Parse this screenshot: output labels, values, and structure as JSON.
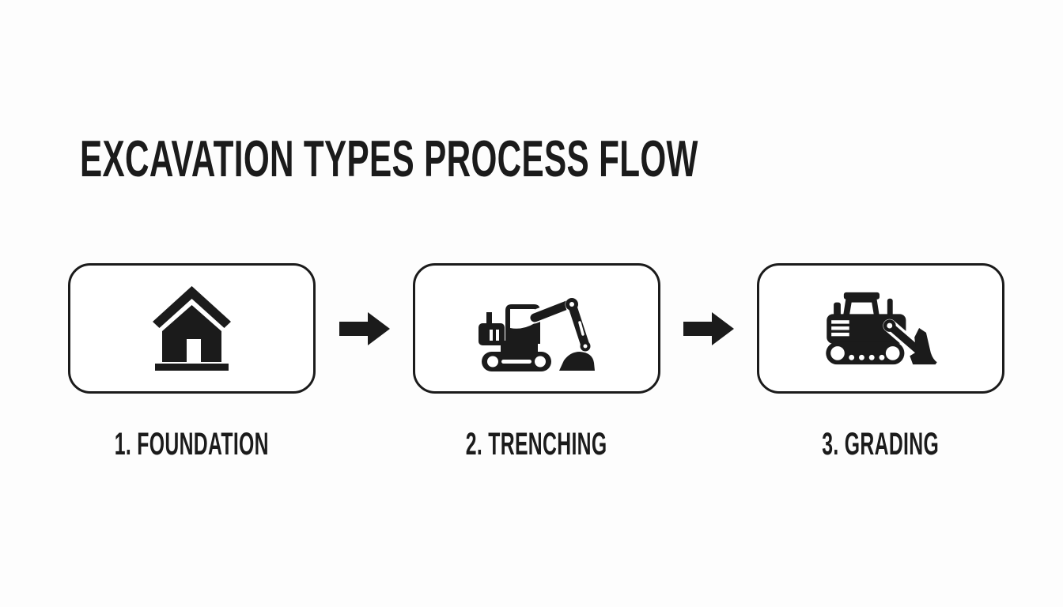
{
  "title": "EXCAVATION TYPES PROCESS FLOW",
  "steps": [
    {
      "number": "1",
      "name": "Foundation",
      "label": "1. FOUNDATION",
      "icon": "house-icon"
    },
    {
      "number": "2",
      "name": "Trenching",
      "label": "2. TRENCHING",
      "icon": "excavator-icon"
    },
    {
      "number": "3",
      "name": "Grading",
      "label": "3. GRADING",
      "icon": "bulldozer-icon"
    }
  ],
  "connector": {
    "icon": "arrow-right-icon"
  },
  "colors": {
    "ink": "#1b1b1b",
    "background": "#fdfdfd",
    "box_fill": "#ffffff"
  }
}
